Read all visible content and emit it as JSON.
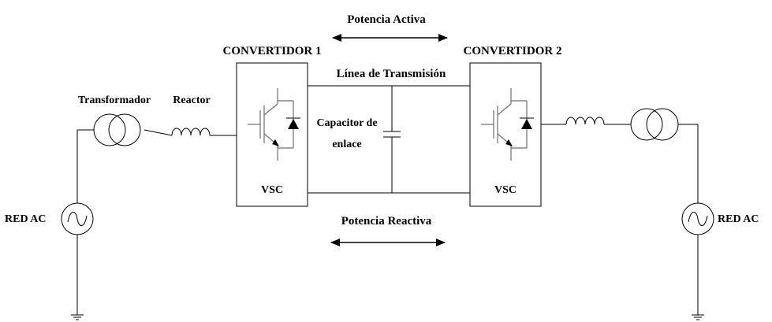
{
  "labels": {
    "active_power": "Potencia Activa",
    "reactive_power": "Potencia Reactiva",
    "converter_1": "CONVERTIDOR 1",
    "converter_2": "CONVERTIDOR 2",
    "transmission_line": "Línea de Transmisión",
    "capacitor_line1": "Capacitor de",
    "capacitor_line2": "enlace",
    "vsc_1": "VSC",
    "vsc_2": "VSC",
    "transformer": "Transformador",
    "reactor": "Reactor",
    "grid_left": "RED AC",
    "grid_right": "RED AC"
  },
  "colors": {
    "line": "#000000",
    "igbt_symbol": "#6e6e6e",
    "background": "#ffffff"
  }
}
